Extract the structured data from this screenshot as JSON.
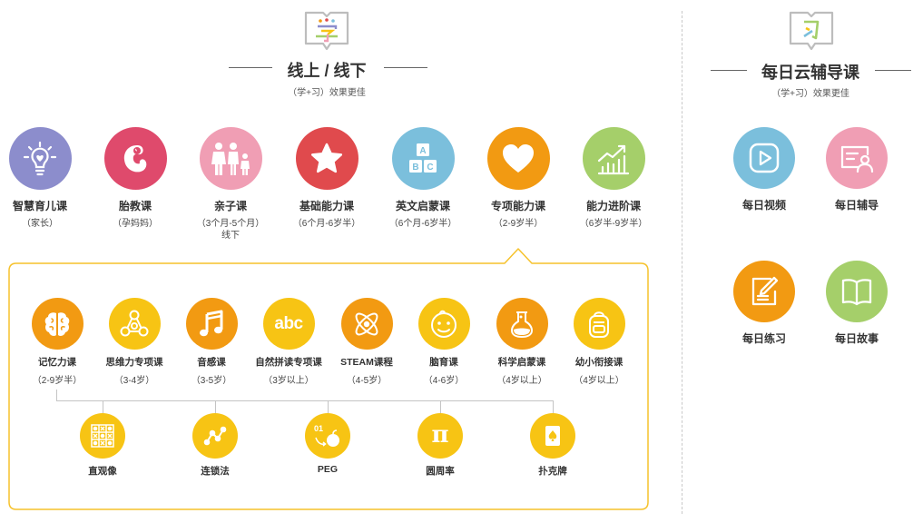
{
  "left_header": {
    "title": "线上 / 线下",
    "subtitle": "（学+习）效果更佳"
  },
  "right_header": {
    "title": "每日云辅导课",
    "subtitle": "（学+习）效果更佳"
  },
  "colors": {
    "yellow_panel_border": "#f6c22c",
    "orange": "#f29a12",
    "yellow": "#f7c414",
    "divider": "#c9c9c9"
  },
  "main_courses": [
    {
      "label": "智慧育儿课",
      "sub": "（家长）",
      "color": "#8c8dcc",
      "icon": "lightbulb-icon"
    },
    {
      "label": "胎教课",
      "sub": "（孕妈妈）",
      "color": "#df4a6c",
      "icon": "fetus-icon"
    },
    {
      "label": "亲子课",
      "sub": "（3个月-5个月）",
      "sub2": "线下",
      "color": "#f09eb4",
      "icon": "family-icon"
    },
    {
      "label": "基础能力课",
      "sub": "（6个月-6岁半）",
      "color": "#e04a4d",
      "icon": "star-icon"
    },
    {
      "label": "英文启蒙课",
      "sub": "（6个月-6岁半）",
      "color": "#7bbfdc",
      "icon": "abc-blocks-icon"
    },
    {
      "label": "专项能力课",
      "sub": "（2-9岁半）",
      "color": "#f29a12",
      "icon": "heart-icon"
    },
    {
      "label": "能力进阶课",
      "sub": "（6岁半-9岁半）",
      "color": "#a5cf6a",
      "icon": "growth-chart-icon"
    }
  ],
  "special_courses": [
    {
      "label": "记忆力课",
      "sub": "（2-9岁半）",
      "color": "#f29a12",
      "icon": "brain-icon"
    },
    {
      "label": "思维力专项课",
      "sub": "（3-4岁）",
      "color": "#f7c414",
      "icon": "network-icon"
    },
    {
      "label": "音感课",
      "sub": "（3-5岁）",
      "color": "#f29a12",
      "icon": "music-note-icon"
    },
    {
      "label": "自然拼读专项课",
      "sub": "（3岁以上）",
      "color": "#f7c414",
      "icon": "abc-text-icon",
      "text": "abc"
    },
    {
      "label": "STEAM课程",
      "sub": "（4-5岁）",
      "color": "#f29a12",
      "icon": "atom-icon"
    },
    {
      "label": "脑育课",
      "sub": "（4-6岁）",
      "color": "#f7c414",
      "icon": "baby-face-icon"
    },
    {
      "label": "科学启蒙课",
      "sub": "（4岁以上）",
      "color": "#f29a12",
      "icon": "flask-icon"
    },
    {
      "label": "幼小衔接课",
      "sub": "（4岁以上）",
      "color": "#f7c414",
      "icon": "backpack-icon"
    }
  ],
  "memory_methods": [
    {
      "label": "直观像",
      "color": "#f7c414",
      "icon": "grid-icon"
    },
    {
      "label": "连锁法",
      "color": "#f7c414",
      "icon": "chain-icon"
    },
    {
      "label": "PEG",
      "color": "#f7c414",
      "icon": "peg-icon",
      "text": "01"
    },
    {
      "label": "圆周率",
      "color": "#f7c414",
      "icon": "pi-icon",
      "text": "π"
    },
    {
      "label": "扑克牌",
      "color": "#f7c414",
      "icon": "poker-card-icon"
    }
  ],
  "daily_courses": [
    {
      "label": "每日视频",
      "color": "#7bbfdc",
      "icon": "video-icon"
    },
    {
      "label": "每日辅导",
      "color": "#f09eb4",
      "icon": "tutor-icon"
    },
    {
      "label": "每日练习",
      "color": "#f29a12",
      "icon": "exercise-icon"
    },
    {
      "label": "每日故事",
      "color": "#a5cf6a",
      "icon": "book-icon"
    }
  ]
}
